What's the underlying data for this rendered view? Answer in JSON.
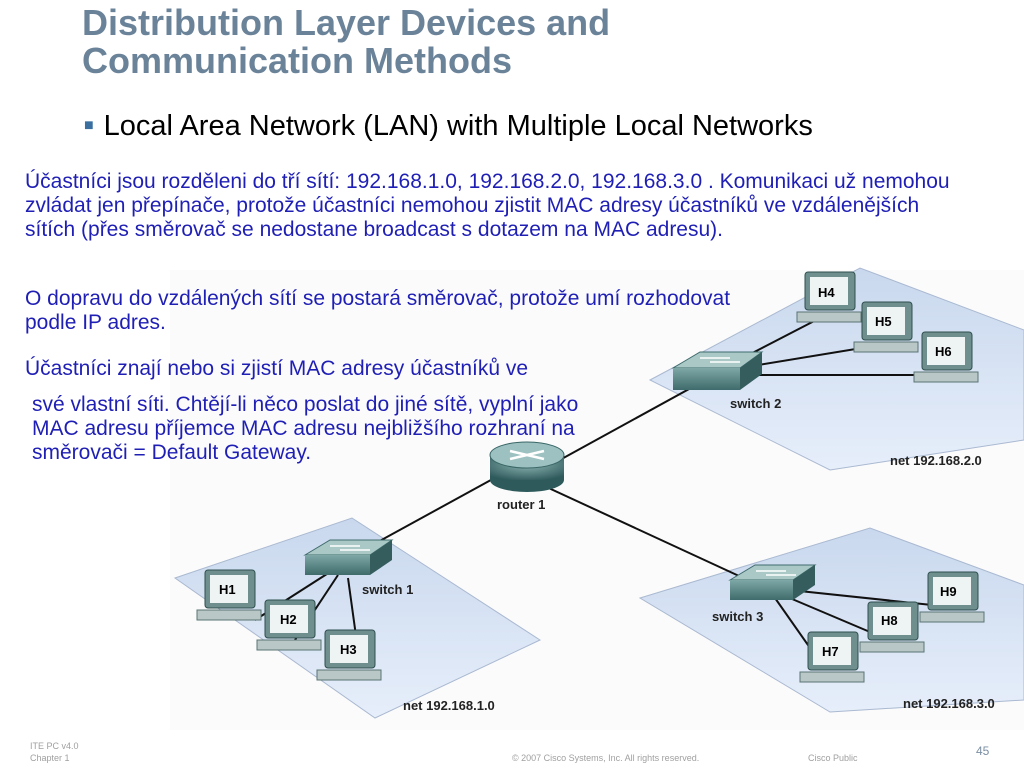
{
  "slide": {
    "title_line1": "Distribution Layer Devices and",
    "title_line2": "Communication Methods",
    "bullet": "Local Area Network (LAN) with Multiple Local Networks",
    "para1": "Účastníci jsou rozděleni do tří sítí: 192.168.1.0, 192.168.2.0, 192.168.3.0 . Komunikaci už nemohou zvládat jen přepínače, protože účastníci nemohou zjistit MAC adresy účastníků ve vzdálenějších sítích (přes směrovač se nedostane broadcast s dotazem na MAC adresu).",
    "para2": "O dopravu do vzdálených sítí se postará směrovač, protože umí rozhodovat podle IP adres.",
    "para3": "Účastníci znají nebo si zjistí MAC adresy účastníků ve",
    "para4": "své vlastní síti. Chtějí-li něco poslat do jiné sítě, vyplní jako MAC adresu příjemce MAC adresu nejbližšího rozhraní na směrovači = Default Gateway."
  },
  "diagram": {
    "router": "router 1",
    "switches": [
      "switch 1",
      "switch 2",
      "switch 3"
    ],
    "networks": [
      "net 192.168.1.0",
      "net 192.168.2.0",
      "net 192.168.3.0"
    ],
    "hosts": [
      "H1",
      "H2",
      "H3",
      "H4",
      "H5",
      "H6",
      "H7",
      "H8",
      "H9"
    ]
  },
  "footer": {
    "course": "ITE PC v4.0",
    "chapter": "Chapter 1",
    "copyright": "© 2007 Cisco Systems, Inc. All rights reserved.",
    "classification": "Cisco Public",
    "page": "45"
  }
}
